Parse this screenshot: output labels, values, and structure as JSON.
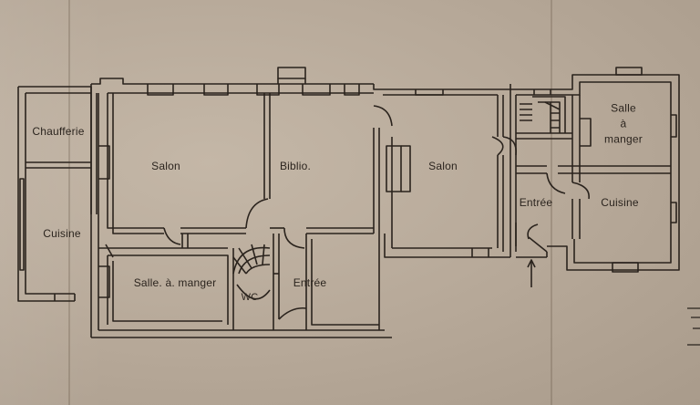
{
  "rooms": {
    "chaufferie": "Chaufferie",
    "cuisine_left": "Cuisine",
    "salon_left": "Salon",
    "biblio": "Biblio.",
    "salle_a_manger_left": "Salle. à. manger",
    "wc": "WC",
    "entree_left": "Entrée",
    "salon_right": "Salon",
    "salle_right_line1": "Salle",
    "salle_right_line2": "à",
    "salle_right_line3": "manger",
    "entree_right": "Entrée",
    "cuisine_right": "Cuisine"
  }
}
